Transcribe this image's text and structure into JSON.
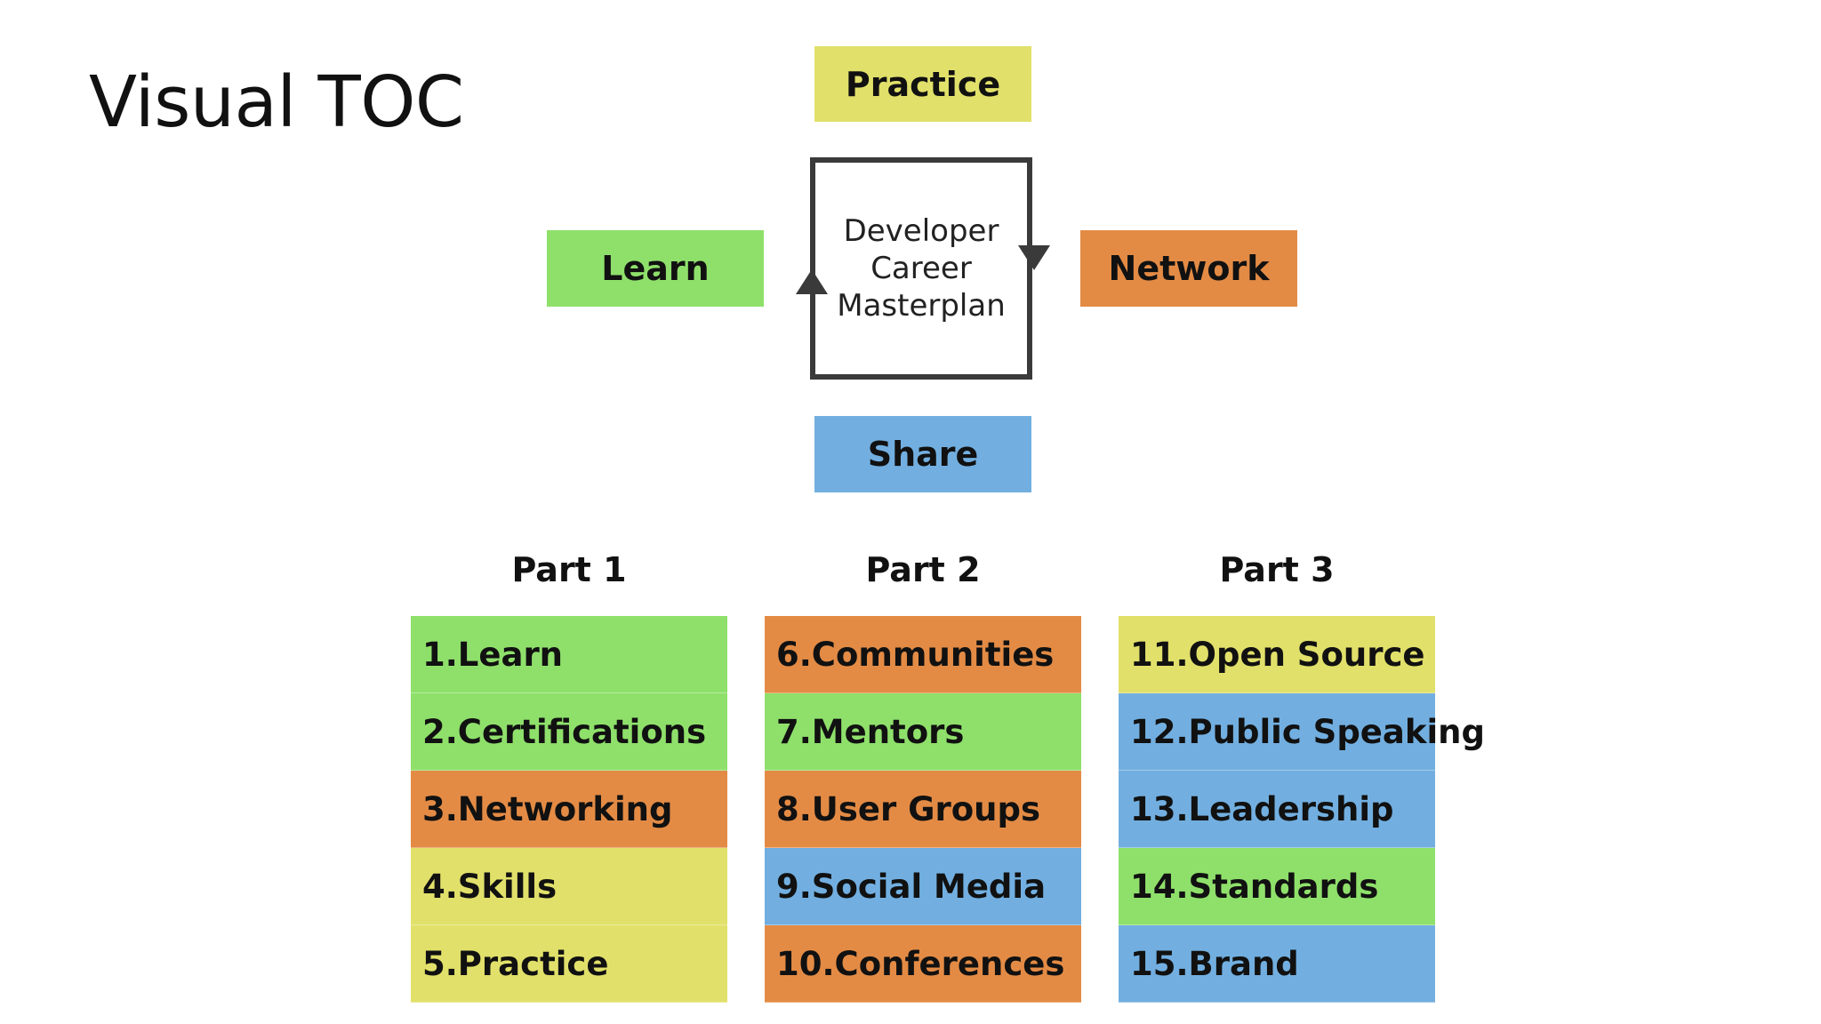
{
  "title": "Visual TOC",
  "colors": {
    "green": "#8fe06b",
    "orange": "#e38b45",
    "yellow": "#e1e06a",
    "blue": "#72afe0",
    "box_border": "#3a3a3a"
  },
  "cycle": {
    "center_lines": [
      "Developer",
      "Career",
      "Masterplan"
    ],
    "practice": {
      "label": "Practice",
      "color": "#e1e06a"
    },
    "learn": {
      "label": "Learn",
      "color": "#8fe06b"
    },
    "network": {
      "label": "Network",
      "color": "#e38b45"
    },
    "share": {
      "label": "Share",
      "color": "#72afe0"
    }
  },
  "parts": [
    {
      "heading": "Part 1",
      "items": [
        {
          "label": "1.Learn",
          "color": "#8fe06b"
        },
        {
          "label": "2.Certifications",
          "color": "#8fe06b"
        },
        {
          "label": "3.Networking",
          "color": "#e38b45"
        },
        {
          "label": "4.Skills",
          "color": "#e1e06a"
        },
        {
          "label": "5.Practice",
          "color": "#e1e06a"
        }
      ]
    },
    {
      "heading": "Part 2",
      "items": [
        {
          "label": "6.Communities",
          "color": "#e38b45"
        },
        {
          "label": "7.Mentors",
          "color": "#8fe06b"
        },
        {
          "label": "8.User Groups",
          "color": "#e38b45"
        },
        {
          "label": "9.Social Media",
          "color": "#72afe0"
        },
        {
          "label": "10.Conferences",
          "color": "#e38b45"
        }
      ]
    },
    {
      "heading": "Part 3",
      "items": [
        {
          "label": "11.Open Source",
          "color": "#e1e06a"
        },
        {
          "label": "12.Public Speaking",
          "color": "#72afe0"
        },
        {
          "label": "13.Leadership",
          "color": "#72afe0"
        },
        {
          "label": "14.Standards",
          "color": "#8fe06b"
        },
        {
          "label": "15.Brand",
          "color": "#72afe0"
        }
      ]
    }
  ]
}
